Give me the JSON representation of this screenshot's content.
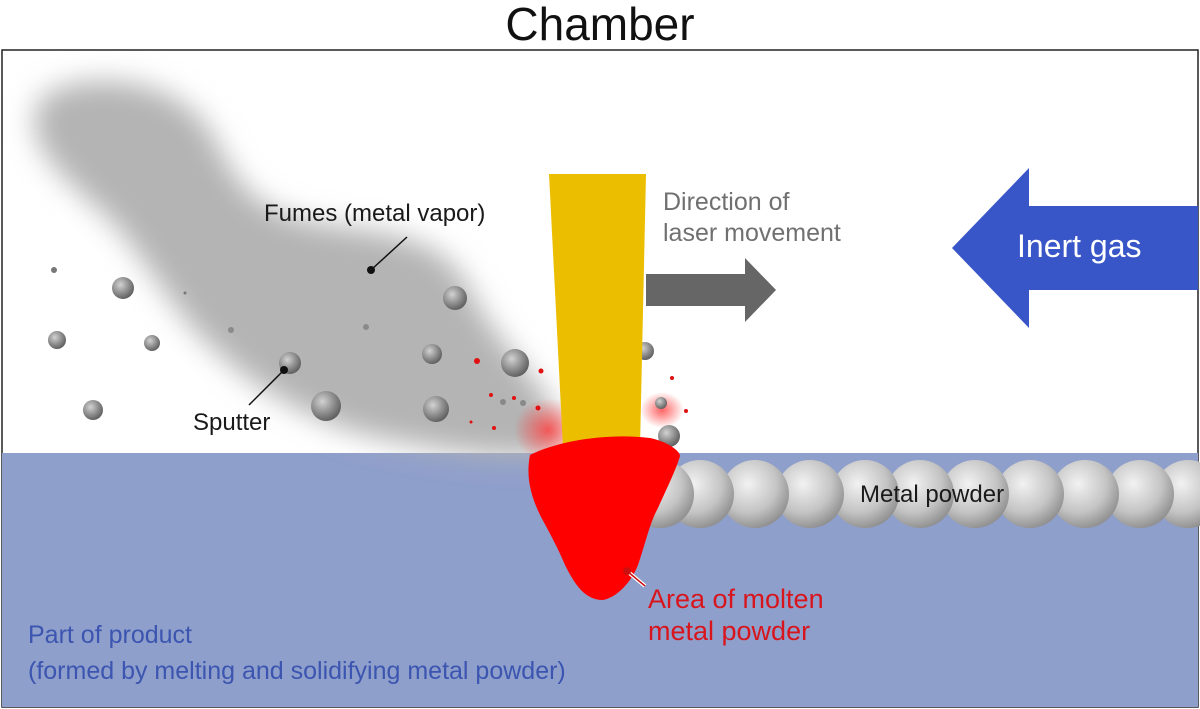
{
  "title": "Chamber",
  "labels": {
    "fumes": "Fumes (metal vapor)",
    "sputter": "Sputter",
    "direction_line1": "Direction of",
    "direction_line2": "laser movement",
    "inert_gas": "Inert gas",
    "metal_powder": "Metal powder",
    "molten_line1": "Area of molten",
    "molten_line2": "metal powder",
    "product_line1": "Part of product",
    "product_line2": "(formed by melting and solidifying metal powder)"
  },
  "colors": {
    "product": "#8f9fcb",
    "laser": "#ecbe00",
    "molten": "#ff0000",
    "inert_gas_arrow": "#3956c8",
    "direction_arrow": "#666666",
    "fumes": "#b4b4b4",
    "powder": "#bdbdbd",
    "molten_text": "#d8151d",
    "product_text": "#3b55b0"
  }
}
